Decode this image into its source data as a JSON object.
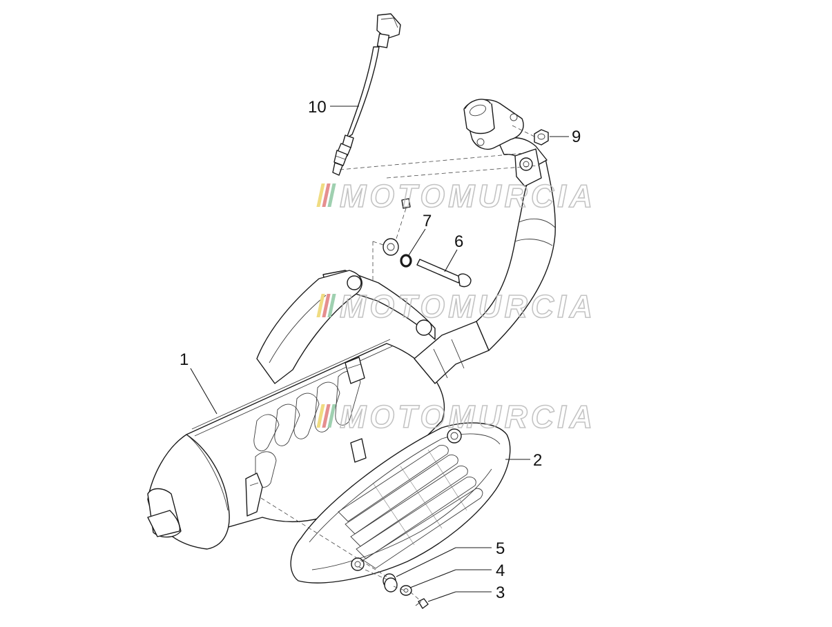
{
  "diagram": {
    "callouts": [
      {
        "id": "1",
        "label": "1"
      },
      {
        "id": "2",
        "label": "2"
      },
      {
        "id": "3",
        "label": "3"
      },
      {
        "id": "4",
        "label": "4"
      },
      {
        "id": "5",
        "label": "5"
      },
      {
        "id": "6",
        "label": "6"
      },
      {
        "id": "7",
        "label": "7"
      },
      {
        "id": "9",
        "label": "9"
      },
      {
        "id": "10",
        "label": "10"
      }
    ],
    "watermark": {
      "text": "MOTOMURCIA",
      "stripe_colors": [
        "#f0dc82",
        "#e58f8f",
        "#9fd0b0"
      ]
    },
    "colors": {
      "line": "#1a1a1a",
      "watermark": "#b9b9b9"
    }
  }
}
